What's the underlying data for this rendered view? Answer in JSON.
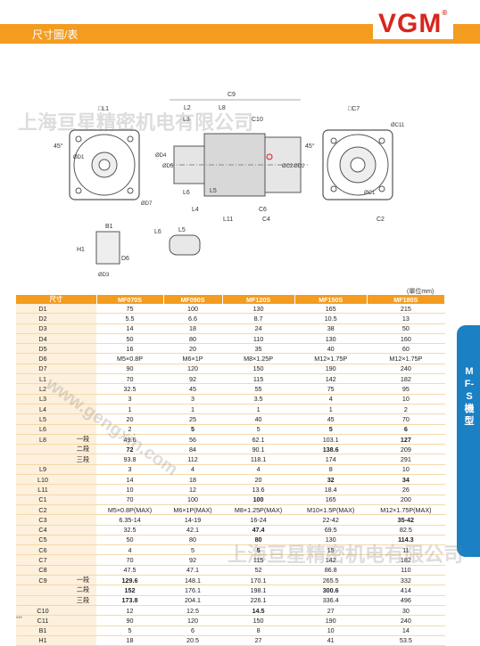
{
  "header": {
    "title": "尺寸圖/表",
    "logo": "VGM",
    "logo_mark": "®"
  },
  "unit": "(單位mm)",
  "side_tab": "MF-S機型",
  "watermarks": [
    "上海亘星精密机电有限公司",
    "上海亘星精密机电有限公司",
    "www.gengxin.com"
  ],
  "drawing_labels": [
    "□L1",
    "ØD1",
    "45°",
    "ØD7",
    "L2",
    "L8",
    "C9",
    "L3",
    "C10",
    "L6",
    "L5",
    "ØD5",
    "ØD4",
    "ØC2",
    "ØD2",
    "L4",
    "L11",
    "C6",
    "C4",
    "□C7",
    "ØC11",
    "ØC1",
    "C2",
    "45°",
    "L6",
    "L5",
    "B1",
    "H1",
    "D6",
    "ØD3"
  ],
  "table": {
    "headers": [
      "尺寸",
      "MF070S",
      "MF090S",
      "MF120S",
      "MF150S",
      "MF180S"
    ],
    "rows": [
      {
        "label": "D1",
        "sub": "",
        "v": [
          "75",
          "100",
          "130",
          "165",
          "215"
        ]
      },
      {
        "label": "D2",
        "sub": "",
        "v": [
          "5.5",
          "6.6",
          "8.7",
          "10.5",
          "13"
        ]
      },
      {
        "label": "D3",
        "sub": "",
        "v": [
          "14",
          "18",
          "24",
          "38",
          "50"
        ]
      },
      {
        "label": "D4",
        "sub": "",
        "v": [
          "50",
          "80",
          "110",
          "130",
          "160"
        ]
      },
      {
        "label": "D5",
        "sub": "",
        "v": [
          "16",
          "20",
          "35",
          "40",
          "60"
        ]
      },
      {
        "label": "D6",
        "sub": "",
        "v": [
          "M5×0.8P",
          "M6×1P",
          "M8×1.25P",
          "M12×1.75P",
          "M12×1.75P"
        ]
      },
      {
        "label": "D7",
        "sub": "",
        "v": [
          "90",
          "120",
          "150",
          "190",
          "240"
        ]
      },
      {
        "label": "L1",
        "sub": "",
        "v": [
          "70",
          "92",
          "115",
          "142",
          "182"
        ]
      },
      {
        "label": "L2",
        "sub": "",
        "v": [
          "32.5",
          "45",
          "55",
          "75",
          "95"
        ]
      },
      {
        "label": "L3",
        "sub": "",
        "v": [
          "3",
          "3",
          "3.5",
          "4",
          "10"
        ]
      },
      {
        "label": "L4",
        "sub": "",
        "v": [
          "1",
          "1",
          "1",
          "1",
          "2"
        ]
      },
      {
        "label": "L5",
        "sub": "",
        "v": [
          "20",
          "25",
          "40",
          "45",
          "70"
        ]
      },
      {
        "label": "L6",
        "sub": "",
        "v": [
          "2",
          "5",
          "5",
          "5",
          "6"
        ]
      },
      {
        "label": "L8",
        "sub": "一段",
        "v": [
          "49.6",
          "56",
          "62.1",
          "103.1",
          "127"
        ]
      },
      {
        "label": "",
        "sub": "二段",
        "v": [
          "72",
          "84",
          "90.1",
          "138.6",
          "209"
        ]
      },
      {
        "label": "",
        "sub": "三段",
        "v": [
          "93.8",
          "112",
          "118.1",
          "174",
          "291"
        ]
      },
      {
        "label": "L9",
        "sub": "",
        "v": [
          "3",
          "4",
          "4",
          "8",
          "10"
        ]
      },
      {
        "label": "L10",
        "sub": "",
        "v": [
          "14",
          "18",
          "20",
          "32",
          "34"
        ]
      },
      {
        "label": "L11",
        "sub": "",
        "v": [
          "10",
          "12",
          "13.6",
          "18.4",
          "26"
        ]
      },
      {
        "label": "C1",
        "sub": "",
        "v": [
          "70",
          "100",
          "100",
          "165",
          "200"
        ]
      },
      {
        "label": "C2",
        "sub": "",
        "v": [
          "M5×0.8P(MAX)",
          "M6×1P(MAX)",
          "M8×1.25P(MAX)",
          "M10×1.5P(MAX)",
          "M12×1.75P(MAX)"
        ]
      },
      {
        "label": "C3",
        "sub": "",
        "v": [
          "6.35-14",
          "14-19",
          "16-24",
          "22-42",
          "35-42"
        ]
      },
      {
        "label": "C4",
        "sub": "",
        "v": [
          "32.5",
          "42.1",
          "47.4",
          "69.5",
          "82.5"
        ]
      },
      {
        "label": "C5",
        "sub": "",
        "v": [
          "50",
          "80",
          "80",
          "130",
          "114.3"
        ]
      },
      {
        "label": "C6",
        "sub": "",
        "v": [
          "4",
          "5",
          "5",
          "15",
          "11"
        ]
      },
      {
        "label": "C7",
        "sub": "",
        "v": [
          "70",
          "92",
          "115",
          "142",
          "182"
        ]
      },
      {
        "label": "C8",
        "sub": "",
        "v": [
          "47.5",
          "47.1",
          "52",
          "86.8",
          "110"
        ]
      },
      {
        "label": "C9",
        "sub": "一段",
        "v": [
          "129.6",
          "148.1",
          "170.1",
          "265.5",
          "332"
        ]
      },
      {
        "label": "",
        "sub": "二段",
        "v": [
          "152",
          "176.1",
          "198.1",
          "300.6",
          "414"
        ]
      },
      {
        "label": "",
        "sub": "三段",
        "v": [
          "173.8",
          "204.1",
          "226.1",
          "336.4",
          "496"
        ]
      },
      {
        "label": "C10",
        "sub": "",
        "v": [
          "12",
          "12.5",
          "14.5",
          "27",
          "30"
        ]
      },
      {
        "label": "C11",
        "sub": "",
        "v": [
          "90",
          "120",
          "150",
          "190",
          "240"
        ]
      },
      {
        "label": "B1",
        "sub": "",
        "v": [
          "5",
          "6",
          "8",
          "10",
          "14"
        ]
      },
      {
        "label": "H1",
        "sub": "",
        "v": [
          "18",
          "20.5",
          "27",
          "41",
          "53.5"
        ]
      }
    ],
    "bold_cells": [
      [
        12,
        1
      ],
      [
        12,
        3
      ],
      [
        12,
        4
      ],
      [
        13,
        4
      ],
      [
        14,
        0
      ],
      [
        14,
        3
      ],
      [
        17,
        3
      ],
      [
        17,
        4
      ],
      [
        19,
        2
      ],
      [
        21,
        4
      ],
      [
        22,
        2
      ],
      [
        23,
        2
      ],
      [
        23,
        4
      ],
      [
        24,
        2
      ],
      [
        27,
        0
      ],
      [
        28,
        0
      ],
      [
        28,
        3
      ],
      [
        29,
        0
      ],
      [
        30,
        2
      ]
    ]
  },
  "footnote": "*** "
}
